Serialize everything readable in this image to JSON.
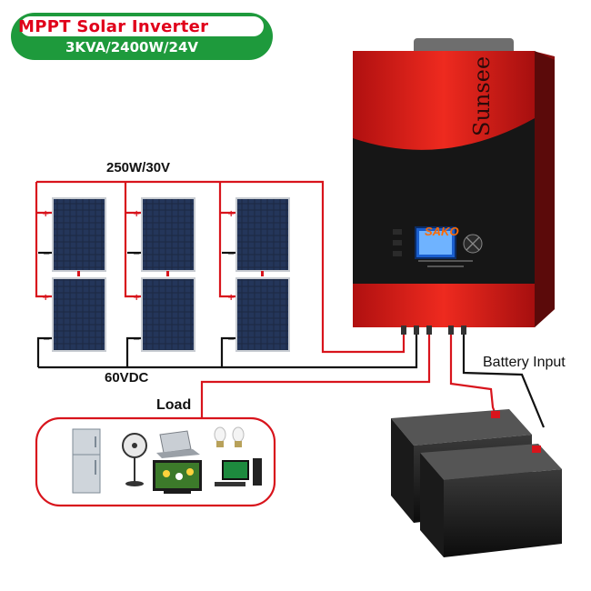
{
  "banner": {
    "title": "MPPT Solar Inverter",
    "subtitle": "3KVA/2400W/24V"
  },
  "labels": {
    "panel_rating": "250W/30V",
    "dc_voltage": "60VDC",
    "load": "Load",
    "battery_input": "Battery Input"
  },
  "inverter": {
    "brand": "Sunsee",
    "logo": "SAKO"
  },
  "load_devices": [
    "refrigerator",
    "fan",
    "laptop",
    "light-bulbs",
    "television",
    "desktop-computer"
  ],
  "colors": {
    "wire_red": "#d8141c",
    "inverter_red": "#e0201a",
    "inverter_black": "#161616",
    "banner_green": "#1e9a3c",
    "panel_blue": "#1b2942"
  }
}
